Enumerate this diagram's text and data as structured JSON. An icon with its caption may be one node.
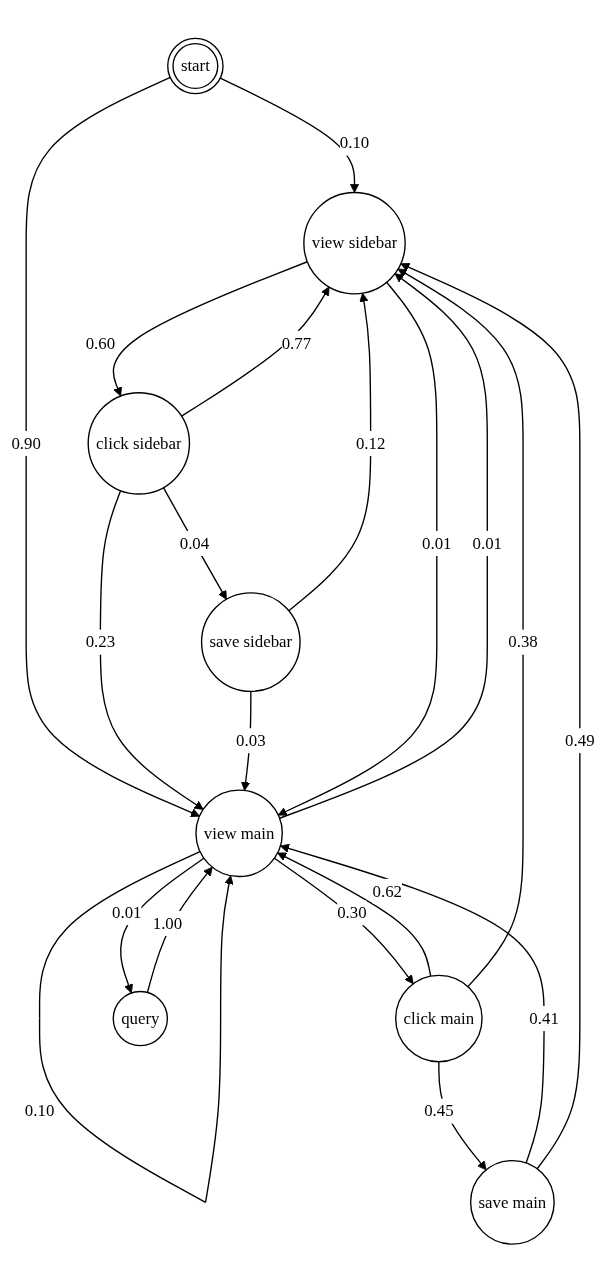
{
  "diagram": {
    "nodes": [
      {
        "text": [
          "start"
        ]
      },
      {
        "text": [
          "view sidebar"
        ]
      },
      {
        "text": [
          "click sidebar"
        ]
      },
      {
        "text": [
          "save sidebar"
        ]
      },
      {
        "text": [
          "view main"
        ]
      },
      {
        "text": [
          "click main"
        ]
      },
      {
        "text": [
          "query"
        ]
      },
      {
        "text": [
          "save main"
        ]
      }
    ],
    "edges": [
      {
        "from": 0,
        "to": 1,
        "arrow": "to",
        "label": "0.10"
      },
      {
        "from": 0,
        "to": 4,
        "arrow": "to",
        "label": "0.90"
      },
      {
        "from": 1,
        "to": 2,
        "arrow": "to",
        "label": "0.60"
      },
      {
        "from": 2,
        "to": 1,
        "arrow": "to",
        "label": "0.77"
      },
      {
        "from": 2,
        "to": 3,
        "arrow": "to",
        "label": "0.04"
      },
      {
        "from": 3,
        "to": 1,
        "arrow": "to",
        "label": "0.12"
      },
      {
        "from": 2,
        "to": 4,
        "arrow": "to",
        "label": "0.23"
      },
      {
        "from": 3,
        "to": 4,
        "arrow": "to",
        "label": "0.03"
      },
      {
        "from": 4,
        "to": 1,
        "arrow": "to",
        "label": "0.01"
      },
      {
        "from": 1,
        "to": 4,
        "arrow": "to",
        "label": "0.01"
      },
      {
        "from": 4,
        "to": 4,
        "arrow": "to",
        "label": "0.10"
      },
      {
        "from": 4,
        "to": 5,
        "arrow": "to",
        "label": "0.30"
      },
      {
        "from": 5,
        "to": 4,
        "arrow": "to",
        "label": "0.62"
      },
      {
        "from": 4,
        "to": 6,
        "arrow": "to",
        "label": "0.01"
      },
      {
        "from": 6,
        "to": 4,
        "arrow": "to",
        "label": "1.00"
      },
      {
        "from": 5,
        "to": 1,
        "arrow": "to",
        "label": "0.38"
      },
      {
        "from": 5,
        "to": 7,
        "arrow": "to",
        "label": "0.45"
      },
      {
        "from": 7,
        "to": 4,
        "arrow": "to",
        "label": "0.41"
      },
      {
        "from": 7,
        "to": 1,
        "arrow": "to",
        "label": "0.49"
      }
    ]
  }
}
